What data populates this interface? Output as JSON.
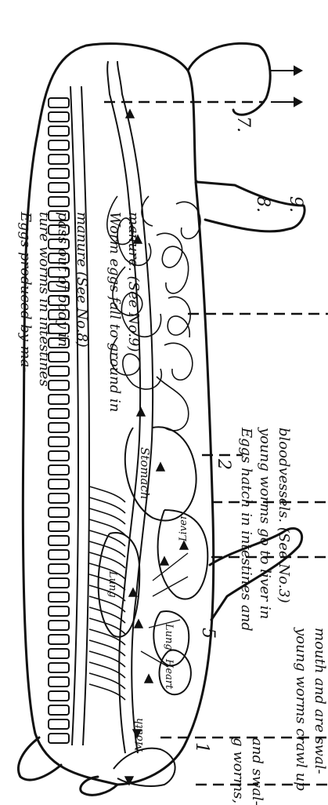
{
  "labels": {
    "step1": "1",
    "step2": "2",
    "step5": "5",
    "step7": "7.",
    "step8": "8.",
    "step9": "9.",
    "organ_mouth": "Mouth",
    "organ_lung_upper": "Lung",
    "organ_lung_lower": "Lung",
    "organ_heart": "Heart",
    "organ_liver": "Liver",
    "organ_stomach": "Stomach"
  },
  "text_blocks": {
    "eggs_produced": [
      "Eggs produced by ma-",
      "ture worms in intestines",
      "pass out of body in",
      "manure (See No.8)"
    ],
    "worm_eggs_fall": [
      "Worm eggs fall to ground in",
      "manure. (See No.9)"
    ],
    "eggs_hatch": [
      "Eggs hatch in intestines and",
      "young worms go to liver in",
      "bloodvessels. (See No.3)"
    ],
    "young_worms_crawl": [
      "young worms crawl up",
      "mouth and are swal-"
    ],
    "partial_left": [
      "g worms,",
      "and swal-"
    ]
  }
}
